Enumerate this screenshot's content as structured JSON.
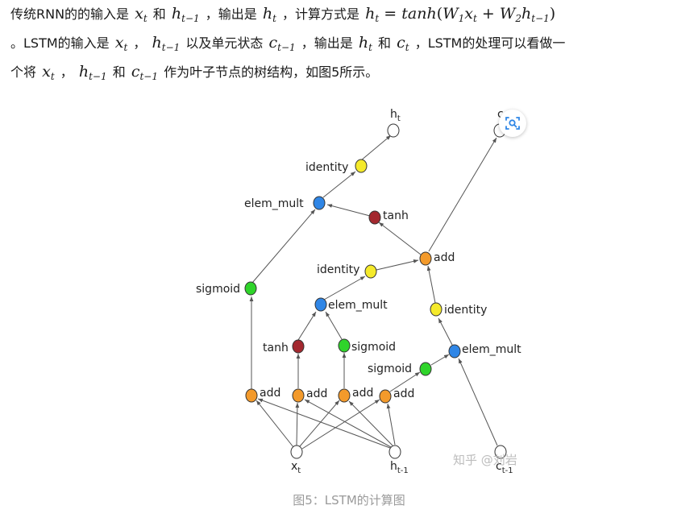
{
  "paragraph": {
    "l1_a": "传统RNN的的输入是",
    "l1_b": "和",
    "l1_c": "，输出是",
    "l1_d": "，计算方式是",
    "l2_a": "。LSTM的输入是",
    "l2_b": "，",
    "l2_c": "以及单元状态",
    "l2_d": "，输出是",
    "l2_e": "和",
    "l2_f": "，LSTM的处理可以看做一",
    "l3_a": "个将",
    "l3_b": "，",
    "l3_c": "和",
    "l3_d": "作为叶子节点的树结构，如图5所示。",
    "formula_fn": "tanh",
    "sym_x": "x",
    "sym_h": "h",
    "sym_c": "c",
    "sym_W": "W",
    "sub_t": "t",
    "sub_tm1": "t−1",
    "sub_1": "1",
    "sub_2": "2"
  },
  "figure": {
    "caption": "图5：LSTM的计算图",
    "watermark": "知乎 @刘岩",
    "nodes": {
      "ht": "h",
      "ht_sub": "t",
      "ct": "c",
      "ct_sub": "t",
      "xt": "x",
      "xt_sub": "t",
      "htm1": "h",
      "htm1_sub": "t-1",
      "ctm1": "c",
      "ctm1_sub": "t-1",
      "identity_top": "identity",
      "elem_mult_top": "elem_mult",
      "tanh_top": "tanh",
      "add_ct": "add",
      "identity_mid": "identity",
      "sigmoid_o": "sigmoid",
      "elem_mult_mid": "elem_mult",
      "identity_right": "identity",
      "tanh_g": "tanh",
      "sigmoid_i": "sigmoid",
      "sigmoid_f": "sigmoid",
      "elem_mult_right": "elem_mult",
      "add1": "add",
      "add2": "add",
      "add3": "add",
      "add4": "add"
    }
  },
  "colors": {
    "orange": "#f39a2b",
    "blue": "#2f86e6",
    "yellow": "#f5ea2b",
    "green": "#2fd42a",
    "darkred": "#a3282f",
    "edge": "#555555",
    "scan_icon": "#2f86e6"
  },
  "icons": {
    "scan": "scan-search-icon"
  }
}
